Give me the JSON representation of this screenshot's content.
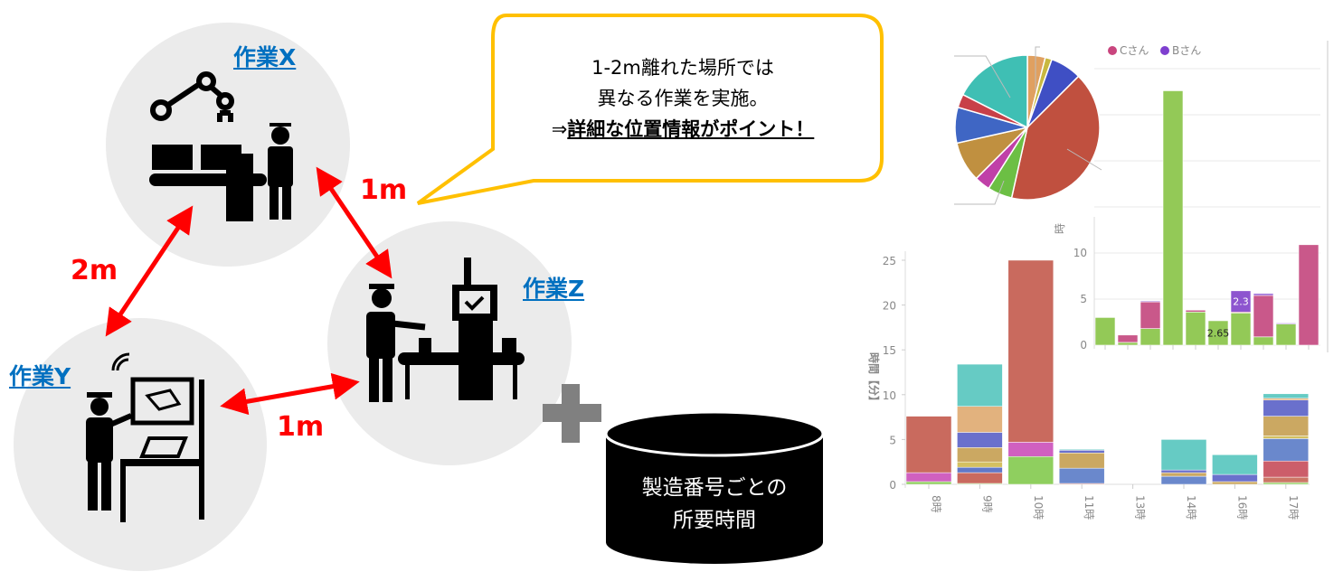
{
  "tasks": {
    "x": "作業X",
    "y": "作業Y",
    "z": "作業Z"
  },
  "distances": {
    "x_y": "2m",
    "x_z": "1m",
    "y_z": "1m"
  },
  "callout": {
    "line1": "1-2m離れた場所では",
    "line2": "異なる作業を実施。",
    "arrow": "⇒",
    "line3": "詳細な位置情報がポイント！"
  },
  "database": {
    "line1": "製造番号ごとの",
    "line2": "所要時間"
  },
  "colors": {
    "task_label": "#0070c0",
    "arrow": "#ff0000",
    "callout_border": "#ffc000",
    "circle": "#ebebeb"
  },
  "chart_data": [
    {
      "type": "bar",
      "name": "hourly-stacked",
      "stacked": true,
      "ylabel": "時間【分】",
      "categories": [
        "8時",
        "9時",
        "10時",
        "11時",
        "13時",
        "14時",
        "16時",
        "17時"
      ],
      "ylim": [
        0,
        25
      ],
      "yticks": [
        0,
        5,
        10,
        15,
        20,
        25
      ],
      "segments": [
        [
          [
            "#8fcf5f",
            0.3
          ],
          [
            "#d060c0",
            1.0
          ],
          [
            "#c96a5e",
            6.3
          ]
        ],
        [
          [
            "#8fcf5f",
            0.1
          ],
          [
            "#c96a5e",
            1.2
          ],
          [
            "#6078c8",
            0.6
          ],
          [
            "#d4c060",
            0.6
          ],
          [
            "#cba862",
            1.6
          ],
          [
            "#6a70cc",
            1.7
          ],
          [
            "#e2b27e",
            2.9
          ],
          [
            "#66cbc4",
            4.7
          ]
        ],
        [
          [
            "#8fcf5f",
            3.1
          ],
          [
            "#d060c0",
            1.6
          ],
          [
            "#c96a5e",
            20.3
          ]
        ],
        [
          [
            "#c96a5e",
            0.1
          ],
          [
            "#6a88cc",
            1.7
          ],
          [
            "#cba862",
            1.7
          ],
          [
            "#6a70cc",
            0.3
          ],
          [
            "#66cbc4",
            0.1
          ]
        ],
        [],
        [
          [
            "#6a88cc",
            0.9
          ],
          [
            "#cba862",
            0.4
          ],
          [
            "#6a70cc",
            0.3
          ],
          [
            "#66cbc4",
            3.4
          ]
        ],
        [
          [
            "#cba862",
            0.3
          ],
          [
            "#6a70cc",
            0.8
          ],
          [
            "#66cbc4",
            2.2
          ]
        ],
        [
          [
            "#8fcf5f",
            0.2
          ],
          [
            "#cc7766",
            0.6
          ],
          [
            "#cc5e6a",
            1.8
          ],
          [
            "#6a88cc",
            2.5
          ],
          [
            "#d4c060",
            0.3
          ],
          [
            "#cba862",
            2.2
          ],
          [
            "#6a70cc",
            1.8
          ],
          [
            "#e2b27e",
            0.2
          ],
          [
            "#66cbc4",
            0.5
          ]
        ]
      ]
    },
    {
      "type": "bar",
      "name": "person-stacked",
      "stacked": true,
      "ylabel": "時",
      "legend": [
        "Cさん",
        "Bさん"
      ],
      "legend_colors": [
        "#c9457e",
        "#7e3fcf"
      ],
      "ylim": [
        0,
        30
      ],
      "yticks": [
        0,
        5,
        10
      ],
      "series": [
        {
          "name": "green",
          "color": "#93c957",
          "values": [
            3.0,
            0.3,
            1.8,
            27.6,
            3.6,
            2.65,
            3.5,
            0.9,
            2.3,
            0
          ]
        },
        {
          "name": "Cさん",
          "color": "#c9588a",
          "values": [
            0,
            0.8,
            2.9,
            0,
            0.2,
            0,
            0.1,
            4.5,
            0,
            10.9
          ]
        },
        {
          "name": "Bさん",
          "color": "#8d55cf",
          "values": [
            0,
            0,
            0.1,
            0,
            0,
            0,
            2.3,
            0.2,
            0.1,
            0
          ]
        }
      ],
      "data_labels": [
        {
          "index": 5,
          "series": 0,
          "text": "2.65"
        },
        {
          "index": 6,
          "series": 2,
          "text": "2.3"
        }
      ]
    },
    {
      "type": "pie",
      "name": "share-pie",
      "slices": [
        {
          "color": "#e0a060",
          "value": 4
        },
        {
          "color": "#c8b840",
          "value": 1.5
        },
        {
          "color": "#3f4fc4",
          "value": 7
        },
        {
          "color": "#c0503f",
          "value": 41
        },
        {
          "color": "#6cbf44",
          "value": 5.5
        },
        {
          "color": "#c040a8",
          "value": 3.5
        },
        {
          "color": "#c09040",
          "value": 9
        },
        {
          "color": "#3f66c4",
          "value": 8
        },
        {
          "color": "#c84048",
          "value": 3
        },
        {
          "color": "#3fbfb4",
          "value": 17.5
        }
      ]
    }
  ]
}
